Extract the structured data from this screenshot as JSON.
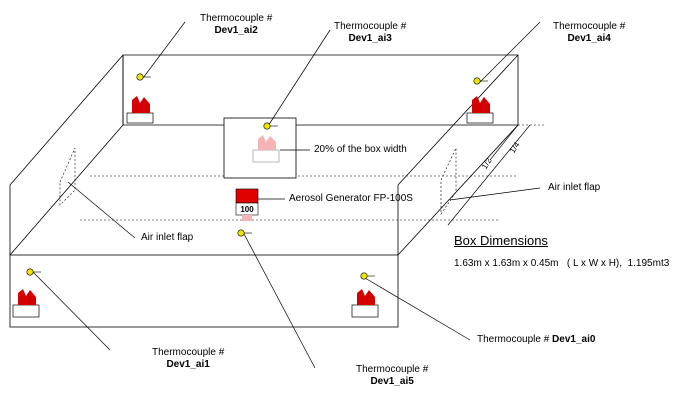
{
  "thermocouples": [
    {
      "id": "ai2",
      "title": "Thermocouple #",
      "name": "Dev1_ai2"
    },
    {
      "id": "ai3",
      "title": "Thermocouple #",
      "name": "Dev1_ai3"
    },
    {
      "id": "ai4",
      "title": "Thermocouple #",
      "name": "Dev1_ai4"
    },
    {
      "id": "ai1",
      "title": "Thermocouple #",
      "name": "Dev1_ai1"
    },
    {
      "id": "ai5",
      "title": "Thermocouple #",
      "name": "Dev1_ai5"
    },
    {
      "id": "ai0",
      "title": "Thermocouple #",
      "name": "Dev1_ai0"
    }
  ],
  "labels": {
    "box_width_note": "20% of the box width",
    "aerosol": "Aerosol Generator FP-100S",
    "aerosol_display": "100",
    "air_inlet_left": "Air inlet flap",
    "air_inlet_right": "Air inlet flap",
    "half": "1/2",
    "quarter": "1/4"
  },
  "box": {
    "heading": "Box Dimensions",
    "dimensions": "1.63m x 1.63m x 0.45m",
    "format": "( L x W x H),",
    "volume": "1.195mt3"
  },
  "colors": {
    "heater_red": "#d40000",
    "sensor_yellow": "#f2e600",
    "aerosol_red": "#e00000",
    "pink": "#f4b4b4"
  }
}
